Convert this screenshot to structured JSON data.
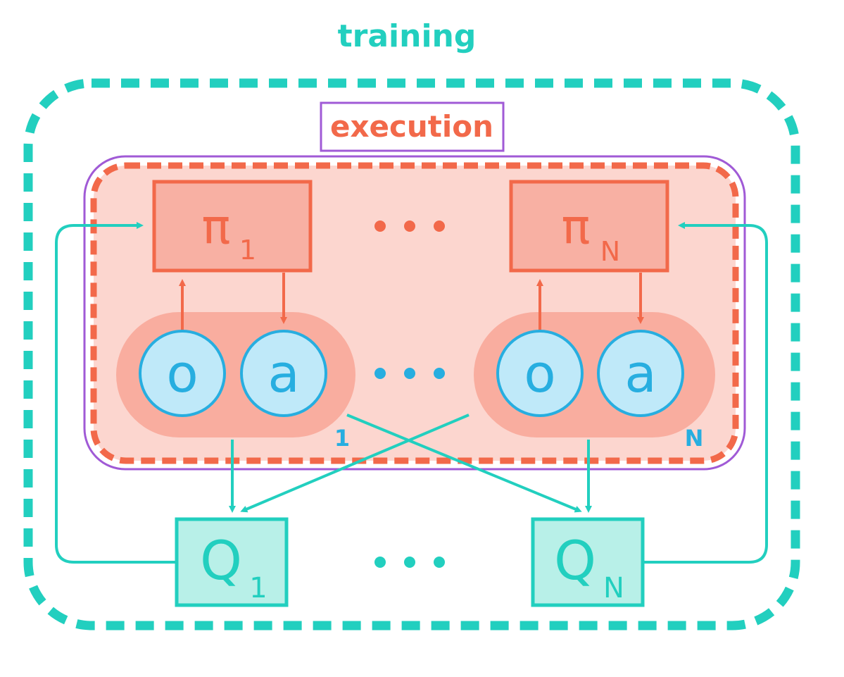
{
  "labels": {
    "training": "training",
    "execution": "execution",
    "agent_1_index": "1",
    "agent_n_index": "N"
  },
  "policies": [
    {
      "symbol": "π",
      "subscript": "1"
    },
    {
      "symbol": "π",
      "subscript": "N"
    }
  ],
  "agents": [
    {
      "observation": "o",
      "action": "a"
    },
    {
      "observation": "o",
      "action": "a"
    }
  ],
  "critics": [
    {
      "symbol": "Q",
      "subscript": "1"
    },
    {
      "symbol": "Q",
      "subscript": "N"
    }
  ],
  "colors": {
    "training_teal": "#22cfbf",
    "execution_orange": "#f2694a",
    "execution_purple": "#a05ad6",
    "region_fill": "#fcd6cf",
    "node_fill": "#f8b0a3",
    "agent_bg": "#f9ad9f",
    "circle_fill": "#bfe9f9",
    "circle_stroke": "#27aee0",
    "critic_fill": "#b8f0e8"
  }
}
